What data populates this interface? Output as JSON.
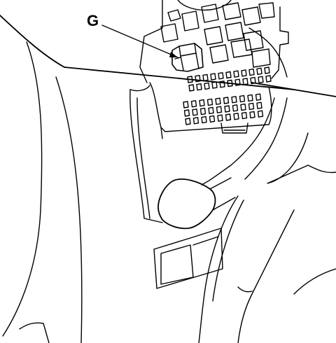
{
  "callouts": [
    {
      "id": "G",
      "label": "G"
    }
  ],
  "colors": {
    "stroke": "#000000",
    "background": "#ffffff"
  },
  "fuse_grid": {
    "upper_rows": 2,
    "upper_cols": 11,
    "lower_rows": 3,
    "lower_cols": 10
  }
}
